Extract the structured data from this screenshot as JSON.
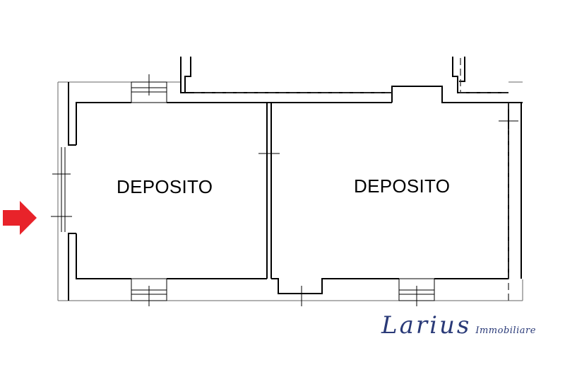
{
  "rooms": [
    {
      "label": "DEPOSITO"
    },
    {
      "label": "DEPOSITO"
    }
  ],
  "logo": {
    "main": "Larius",
    "sub": "Immobiliare"
  },
  "colors": {
    "wall": "#000000",
    "thin_line": "#555555",
    "arrow": "#e8232a",
    "logo": "#2a3a78"
  },
  "icons": {
    "entrance": "red-arrow-right-icon"
  }
}
